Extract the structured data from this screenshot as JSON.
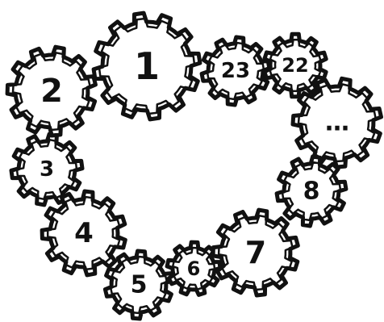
{
  "diagram": {
    "ink_color": "#111111",
    "paper_color": "#ffffff",
    "gears": [
      {
        "id": "gear-1",
        "label": "1"
      },
      {
        "id": "gear-2",
        "label": "2"
      },
      {
        "id": "gear-3",
        "label": "3"
      },
      {
        "id": "gear-4",
        "label": "4"
      },
      {
        "id": "gear-5",
        "label": "5"
      },
      {
        "id": "gear-6",
        "label": "6"
      },
      {
        "id": "gear-7",
        "label": "7"
      },
      {
        "id": "gear-8",
        "label": "8"
      },
      {
        "id": "gear-ellipsis",
        "label": "…"
      },
      {
        "id": "gear-22",
        "label": "22"
      },
      {
        "id": "gear-23",
        "label": "23"
      }
    ]
  }
}
